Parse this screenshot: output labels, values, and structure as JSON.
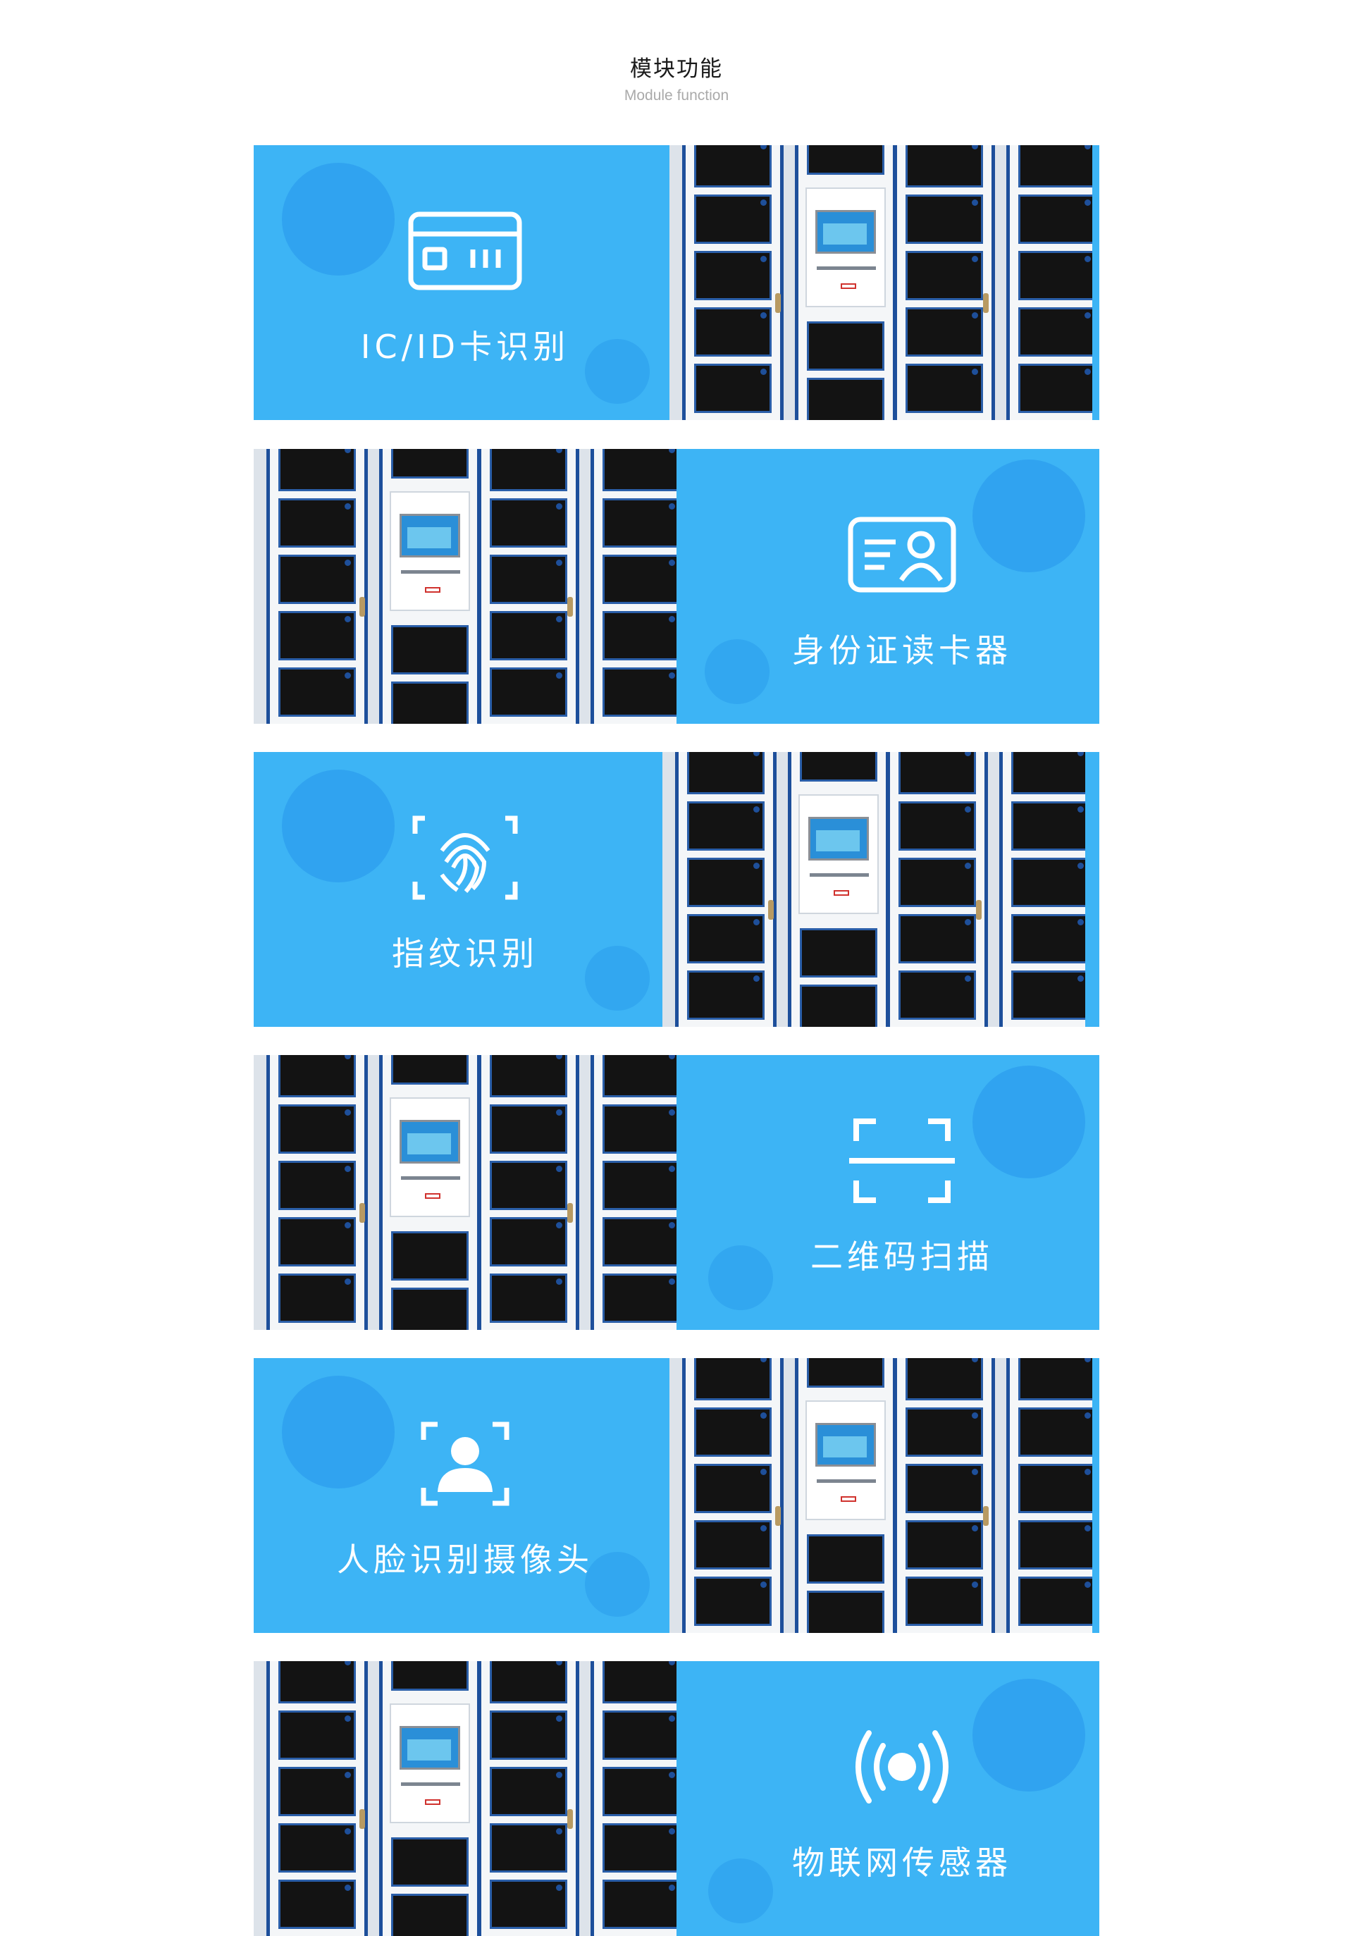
{
  "header": {
    "title": "模块功能",
    "subtitle": "Module function"
  },
  "theme": {
    "banner_blue": "#3db4f5",
    "icon_white": "#ffffff"
  },
  "modules": [
    {
      "label": "IC/ID卡识别",
      "icon": "card-icon",
      "image_side": "right"
    },
    {
      "label": "身份证读卡器",
      "icon": "id-card-icon",
      "image_side": "left"
    },
    {
      "label": "指纹识别",
      "icon": "fingerprint-icon",
      "image_side": "right"
    },
    {
      "label": "二维码扫描",
      "icon": "qr-scan-icon",
      "image_side": "left"
    },
    {
      "label": "人脸识别摄像头",
      "icon": "face-recognition-icon",
      "image_side": "right"
    },
    {
      "label": "物联网传感器",
      "icon": "iot-sensor-icon",
      "image_side": "left"
    }
  ]
}
